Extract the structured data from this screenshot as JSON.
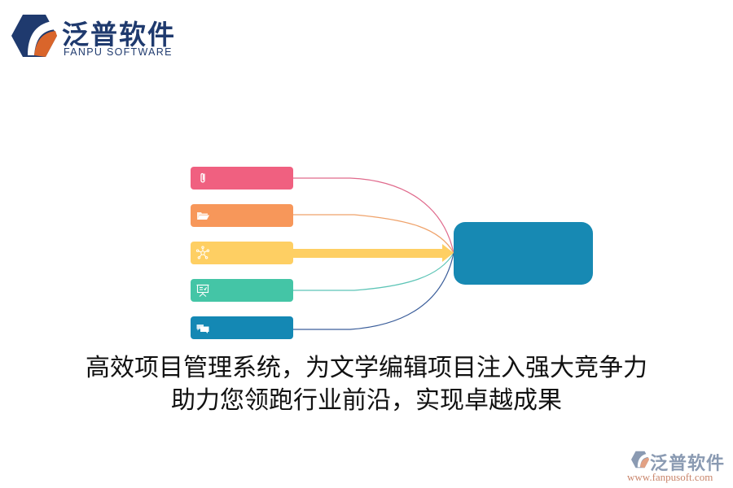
{
  "brand": {
    "name_cn": "泛普软件",
    "name_en": "FANPU SOFTWARE",
    "colors": {
      "navy": "#1f3a6e",
      "orange": "#d9652b"
    }
  },
  "diagram": {
    "items": [
      {
        "icon": "paperclip-icon",
        "color": "#f06080",
        "line_color": "#e06a8c"
      },
      {
        "icon": "folder-icon",
        "color": "#f7975a",
        "line_color": "#efa26a"
      },
      {
        "icon": "network-icon",
        "color": "#fecf63",
        "line_color": "#fecf63"
      },
      {
        "icon": "presentation-board-icon",
        "color": "#44c5a6",
        "line_color": "#5cc4b6"
      },
      {
        "icon": "chat-bubbles-icon",
        "color": "#1488b4",
        "line_color": "#3a5d9a"
      }
    ],
    "hub_color": "#1789b3"
  },
  "caption": {
    "line1": "高效项目管理系统，为文学编辑项目注入强大竞争力",
    "line2": "助力您领跑行业前沿，实现卓越成果"
  },
  "watermark": {
    "name_cn": "泛普软件",
    "url": "www.fanpusoft.com"
  }
}
